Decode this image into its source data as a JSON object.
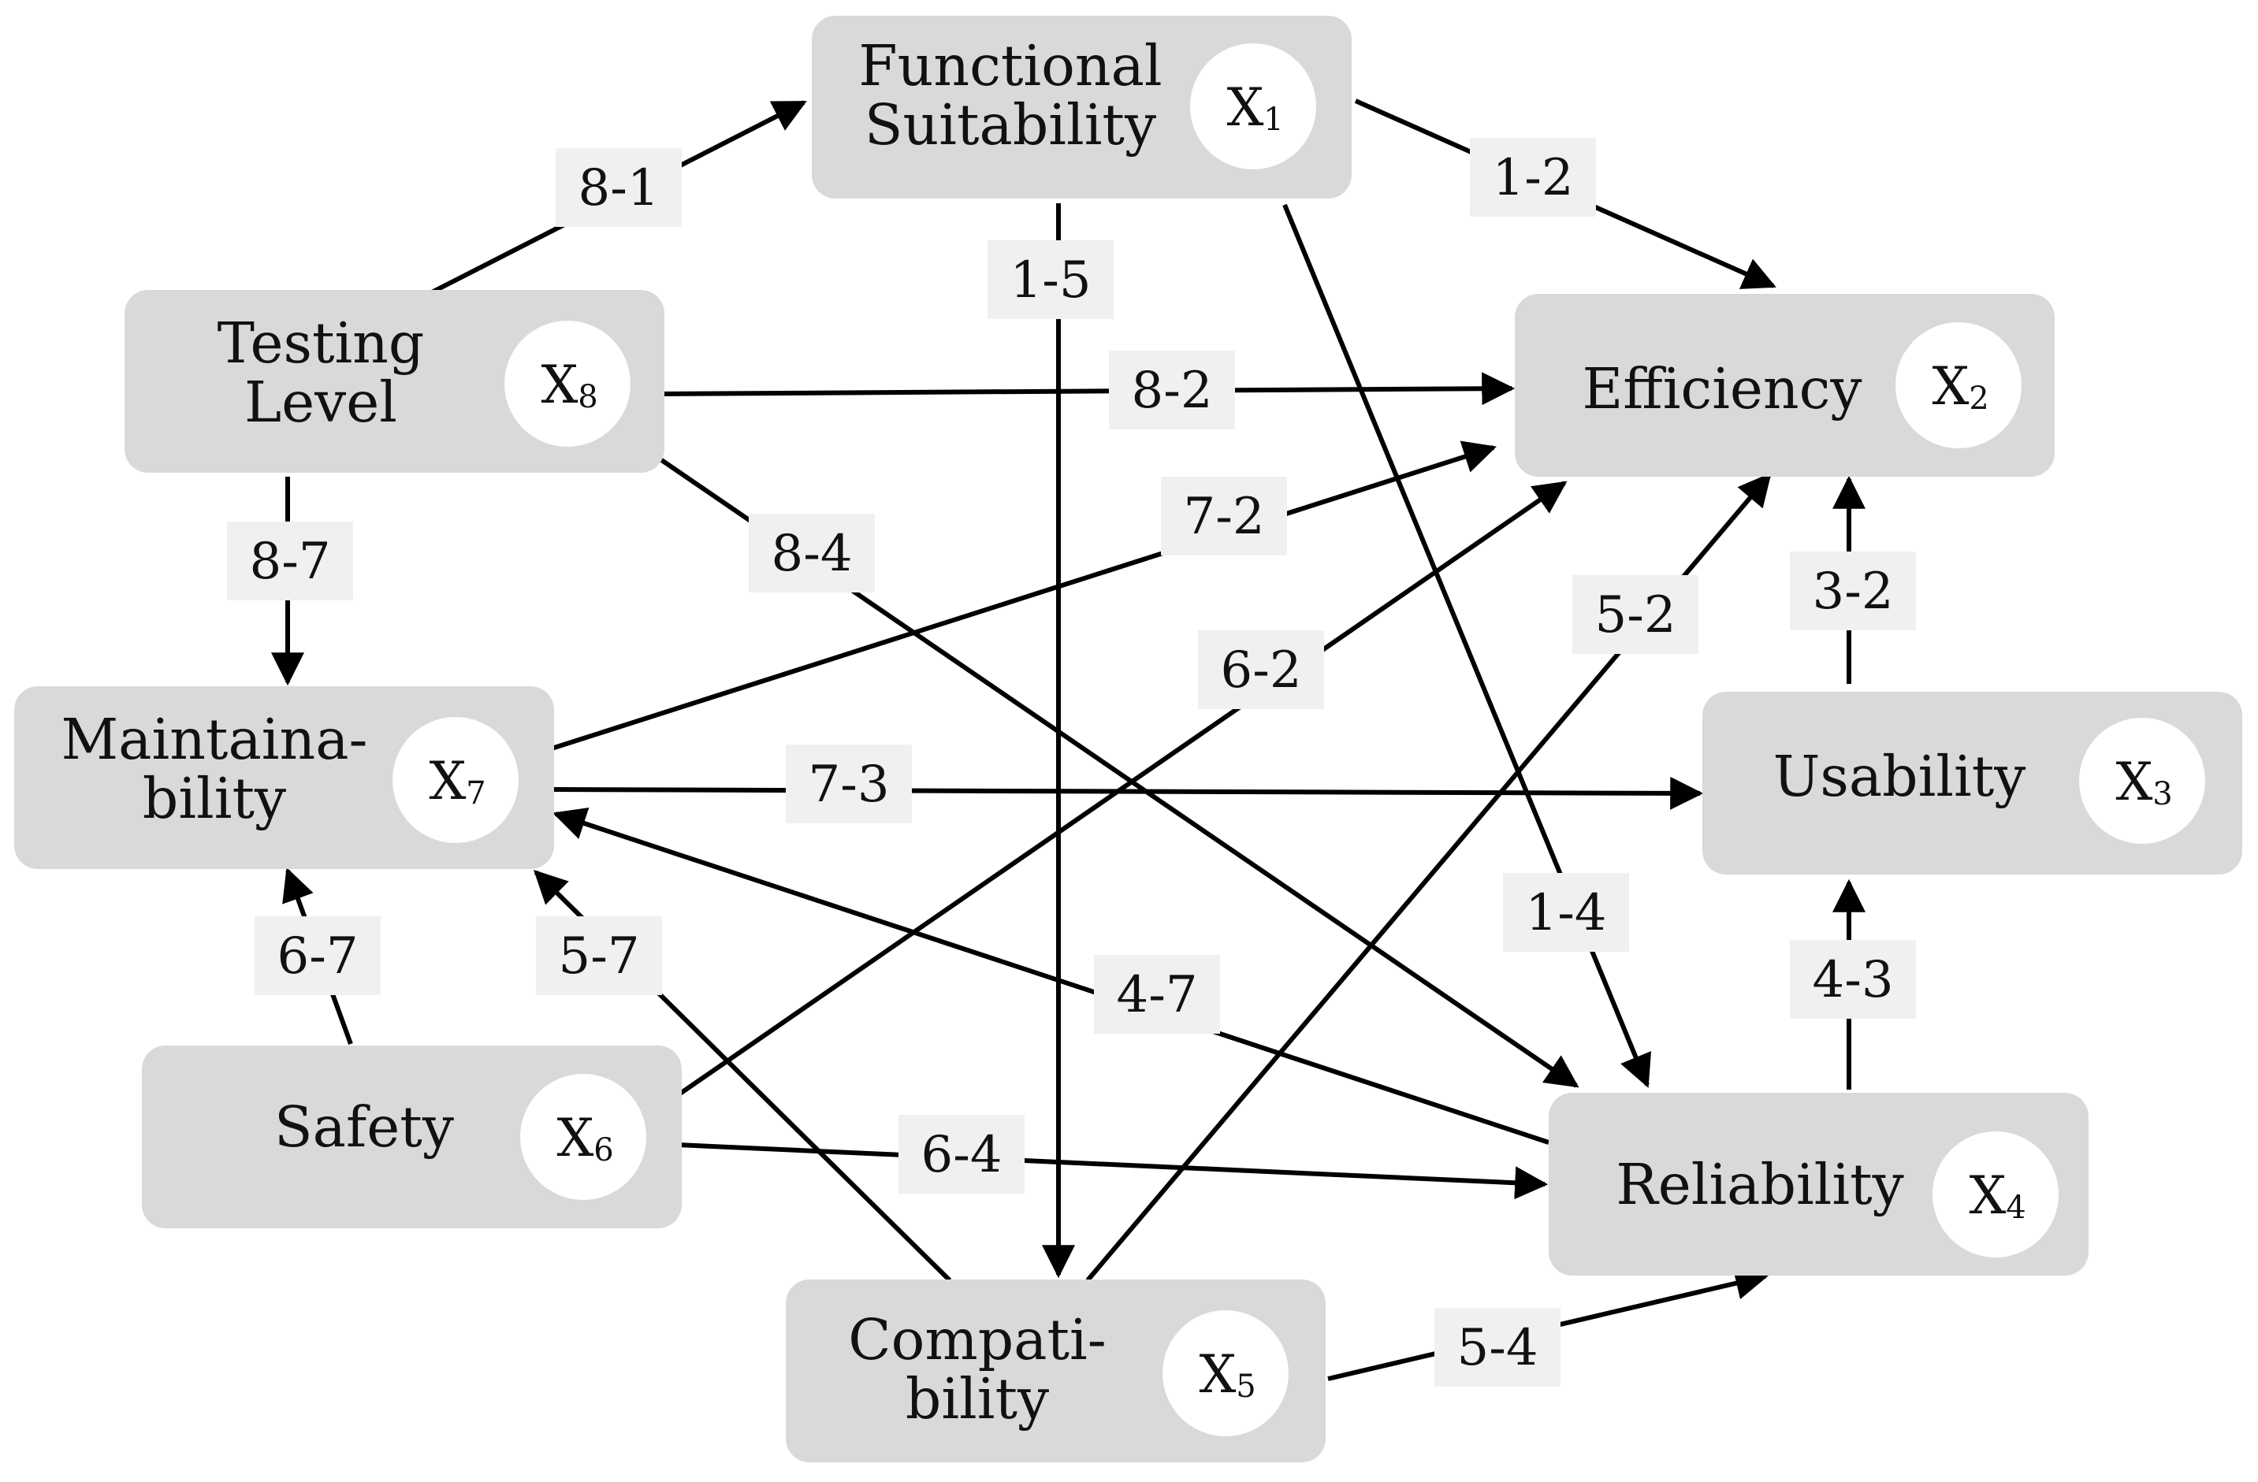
{
  "diagram": {
    "nodes": [
      {
        "id": "x1",
        "lines": [
          "Functional",
          "Suitability"
        ],
        "badge_letter": "X",
        "badge_sub": "1"
      },
      {
        "id": "x2",
        "lines": [
          "Efficiency"
        ],
        "badge_letter": "X",
        "badge_sub": "2"
      },
      {
        "id": "x3",
        "lines": [
          "Usability"
        ],
        "badge_letter": "X",
        "badge_sub": "3"
      },
      {
        "id": "x4",
        "lines": [
          "Reliability"
        ],
        "badge_letter": "X",
        "badge_sub": "4"
      },
      {
        "id": "x5",
        "lines": [
          "Compati-",
          "bility"
        ],
        "badge_letter": "X",
        "badge_sub": "5"
      },
      {
        "id": "x6",
        "lines": [
          "Safety"
        ],
        "badge_letter": "X",
        "badge_sub": "6"
      },
      {
        "id": "x7",
        "lines": [
          "Maintaina-",
          "bility"
        ],
        "badge_letter": "X",
        "badge_sub": "7"
      },
      {
        "id": "x8",
        "lines": [
          "Testing",
          "Level"
        ],
        "badge_letter": "X",
        "badge_sub": "8"
      }
    ],
    "edges": [
      {
        "id": "e8-1",
        "label": "8-1"
      },
      {
        "id": "e1-2",
        "label": "1-2"
      },
      {
        "id": "e1-5",
        "label": "1-5"
      },
      {
        "id": "e8-2",
        "label": "8-2"
      },
      {
        "id": "e8-7",
        "label": "8-7"
      },
      {
        "id": "e8-4",
        "label": "8-4"
      },
      {
        "id": "e7-2",
        "label": "7-2"
      },
      {
        "id": "e6-2",
        "label": "6-2"
      },
      {
        "id": "e5-2",
        "label": "5-2"
      },
      {
        "id": "e3-2",
        "label": "3-2"
      },
      {
        "id": "e7-3",
        "label": "7-3"
      },
      {
        "id": "e1-4",
        "label": "1-4"
      },
      {
        "id": "e4-3",
        "label": "4-3"
      },
      {
        "id": "e6-7",
        "label": "6-7"
      },
      {
        "id": "e5-7",
        "label": "5-7"
      },
      {
        "id": "e4-7",
        "label": "4-7"
      },
      {
        "id": "e6-4",
        "label": "6-4"
      },
      {
        "id": "e5-4",
        "label": "5-4"
      }
    ]
  },
  "colors": {
    "node_fill": "#d9d9d9",
    "badge_fill": "#ffffff",
    "label_bg": "#f0f0f0",
    "line": "#000000"
  }
}
